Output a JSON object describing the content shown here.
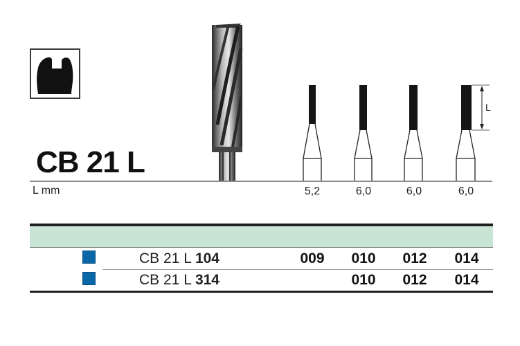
{
  "product": {
    "code": "CB 21 L",
    "shape_icon": "inverted-cone-bur-profile-icon",
    "photo": "spiral-fluted-bur-photo",
    "measure_label": "L mm",
    "dimension_label": "L"
  },
  "sizes": [
    {
      "length": "5,2"
    },
    {
      "length": "6,0"
    },
    {
      "length": "6,0"
    },
    {
      "length": "6,0"
    }
  ],
  "table": {
    "header_color": "#c8e4d4",
    "rows": [
      {
        "marker_color": "#0b66a8",
        "prefix": "CB 21 L",
        "suffix": "104",
        "sizes": [
          "009",
          "010",
          "012",
          "014"
        ]
      },
      {
        "marker_color": "#0b66a8",
        "prefix": "CB 21 L",
        "suffix": "314",
        "sizes": [
          "",
          "010",
          "012",
          "014"
        ]
      }
    ]
  }
}
